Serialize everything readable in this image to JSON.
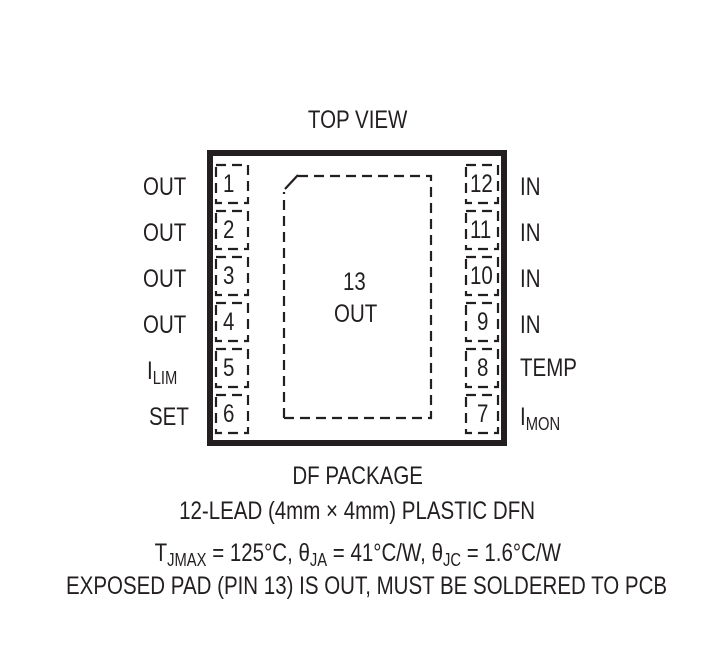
{
  "title": "TOP VIEW",
  "package": {
    "pad": {
      "number": "13",
      "name": "OUT"
    },
    "left_pins": [
      {
        "num": "1",
        "name": "OUT"
      },
      {
        "num": "2",
        "name": "OUT"
      },
      {
        "num": "3",
        "name": "OUT"
      },
      {
        "num": "4",
        "name": "OUT"
      },
      {
        "num": "5",
        "name": "I",
        "sub": "LIM"
      },
      {
        "num": "6",
        "name": "SET"
      }
    ],
    "right_pins": [
      {
        "num": "12",
        "name": "IN"
      },
      {
        "num": "11",
        "name": "IN"
      },
      {
        "num": "10",
        "name": "IN"
      },
      {
        "num": "9",
        "name": "IN"
      },
      {
        "num": "8",
        "name": "TEMP"
      },
      {
        "num": "7",
        "name": "I",
        "sub": "MON"
      }
    ]
  },
  "caption": {
    "line1": "DF PACKAGE",
    "line2": "12-LEAD (4mm × 4mm) PLASTIC DFN",
    "line3": {
      "tj": "T",
      "tj_sub": "JMAX",
      "tj_val": " = 125°C, ",
      "ja": "θ",
      "ja_sub": "JA",
      "ja_val": " = 41°C/W, ",
      "jc": "θ",
      "jc_sub": "JC",
      "jc_val": " = 1.6°C/W"
    },
    "line4": "EXPOSED PAD (PIN 13) IS OUT, MUST BE SOLDERED TO PCB"
  }
}
